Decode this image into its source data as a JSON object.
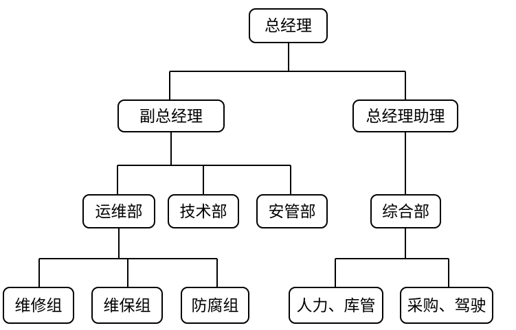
{
  "diagram": {
    "type": "org-chart",
    "line_color": "#000000",
    "box_fill": "#ffffff",
    "box_border_color": "#000000",
    "nodes": {
      "general_manager": "总经理",
      "deputy_general_manager": "副总经理",
      "gm_assistant": "总经理助理",
      "operations_dept": "运维部",
      "technical_dept": "技术部",
      "safety_dept": "安管部",
      "general_affairs_dept": "综合部",
      "repair_group": "维修组",
      "maintenance_group": "维保组",
      "anticorrosion_group": "防腐组",
      "hr_warehouse_group": "人力、库管",
      "procurement_driving_group": "采购、驾驶"
    },
    "edges": [
      {
        "from": "总经理",
        "to": "副总经理"
      },
      {
        "from": "总经理",
        "to": "总经理助理"
      },
      {
        "from": "副总经理",
        "to": "运维部"
      },
      {
        "from": "副总经理",
        "to": "技术部"
      },
      {
        "from": "副总经理",
        "to": "安管部"
      },
      {
        "from": "总经理助理",
        "to": "综合部"
      },
      {
        "from": "运维部",
        "to": "维修组"
      },
      {
        "from": "运维部",
        "to": "维保组"
      },
      {
        "from": "运维部",
        "to": "防腐组"
      },
      {
        "from": "综合部",
        "to": "人力、库管"
      },
      {
        "from": "综合部",
        "to": "采购、驾驶"
      }
    ]
  }
}
